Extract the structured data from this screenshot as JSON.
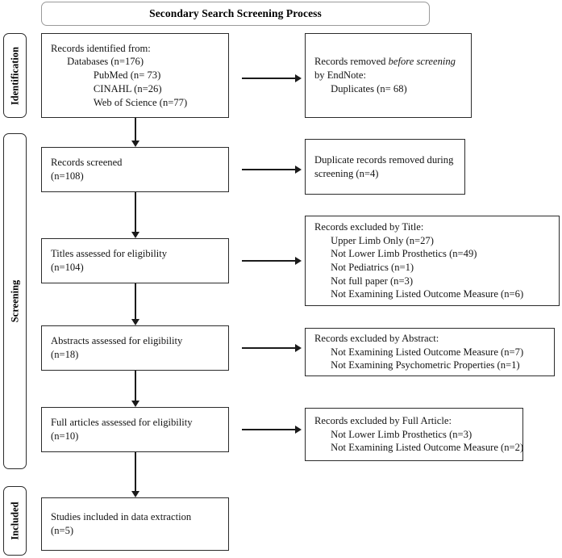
{
  "diagram": {
    "title": "Secondary Search Screening Process",
    "type": "prisma-flow-diagram"
  },
  "stages": [
    {
      "id": "identification",
      "label": "Identification"
    },
    {
      "id": "screening",
      "label": "Screening"
    },
    {
      "id": "included",
      "label": "Included"
    }
  ],
  "flow": {
    "identified": {
      "l0": "Records identified from:",
      "l1": "Databases (n=176)",
      "l2": "PubMed (n= 73)",
      "l3": "CINAHL (n=26)",
      "l4": "Web of Science (n=77)"
    },
    "removed_before_screening": {
      "l0a": "Records removed ",
      "l0b": "before screening",
      "l1": "by EndNote:",
      "l2": "Duplicates (n= 68)"
    },
    "records_screened": {
      "l0": "Records screened",
      "l1": "(n=108)"
    },
    "duplicates_removed": {
      "l0": "Duplicate records removed during",
      "l1": "screening (n=4)"
    },
    "titles_assessed": {
      "l0": "Titles assessed for eligibility",
      "l1": "(n=104)"
    },
    "excluded_by_title": {
      "l0": "Records excluded by Title:",
      "l1": "Upper Limb Only (n=27)",
      "l2": "Not Lower Limb Prosthetics (n=49)",
      "l3": "Not Pediatrics (n=1)",
      "l4": "Not full paper (n=3)",
      "l5": "Not Examining Listed Outcome Measure (n=6)"
    },
    "abstracts_assessed": {
      "l0": "Abstracts assessed for eligibility",
      "l1": "(n=18)"
    },
    "excluded_by_abstract": {
      "l0": "Records excluded by Abstract:",
      "l1": "Not Examining Listed Outcome Measure (n=7)",
      "l2": "Not Examining Psychometric Properties (n=1)"
    },
    "full_articles_assessed": {
      "l0": "Full articles assessed for eligibility",
      "l1": "(n=10)"
    },
    "excluded_by_full_article": {
      "l0": "Records excluded by Full Article:",
      "l1": "Not Lower Limb Prosthetics (n=3)",
      "l2": "Not Examining Listed Outcome Measure (n=2)"
    },
    "included_studies": {
      "l0": "Studies included in data extraction",
      "l1": "(n=5)"
    }
  },
  "counts": {
    "databases_total": 176,
    "pubmed": 73,
    "cinahl": 26,
    "web_of_science": 77,
    "duplicates_endnote": 68,
    "records_screened": 108,
    "duplicates_during_screening": 4,
    "titles_assessed": 104,
    "excluded_upper_limb_only": 27,
    "excluded_not_lower_limb_prosthetics_title": 49,
    "excluded_not_pediatrics": 1,
    "excluded_not_full_paper": 3,
    "excluded_not_listed_outcome_title": 6,
    "abstracts_assessed": 18,
    "excluded_not_listed_outcome_abstract": 7,
    "excluded_not_psychometric": 1,
    "full_articles_assessed": 10,
    "excluded_not_lower_limb_prosthetics_full": 3,
    "excluded_not_listed_outcome_full": 2,
    "included": 5
  },
  "colors": {
    "border": "#2b2b2b",
    "title_border": "#9a9a9a",
    "text": "#141414",
    "arrow": "#1b1b1b",
    "background": "#ffffff"
  }
}
